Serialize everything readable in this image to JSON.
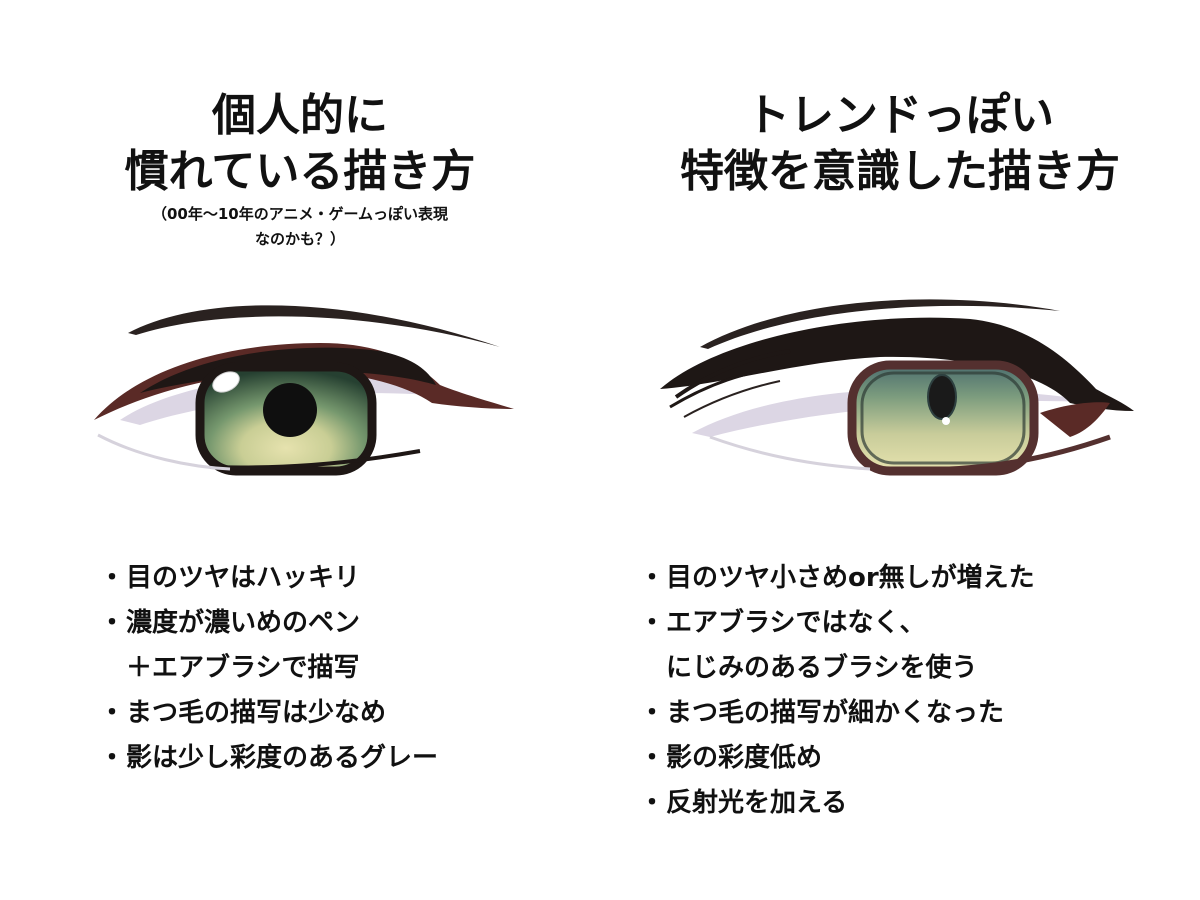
{
  "left": {
    "title_lines": [
      "個人的に",
      "慣れている描き方"
    ],
    "subtitle_lines": [
      "（00年〜10年のアニメ・ゲームっぽい表現",
      "なのかも？）"
    ],
    "bullet_marker": "・",
    "bullets": [
      [
        "目のツヤはハッキリ"
      ],
      [
        "濃度が濃いめのペン",
        "＋エアブラシで描写"
      ],
      [
        "まつ毛の描写は少なめ"
      ],
      [
        "影は少し彩度のあるグレー"
      ]
    ]
  },
  "right": {
    "title_lines": [
      "トレンドっぽい",
      "特徴を意識した描き方"
    ],
    "bullet_marker": "・",
    "bullets": [
      [
        "目のツヤ小さめor無しが増えた"
      ],
      [
        "エアブラシではなく、",
        "にじみのあるブラシを使う"
      ],
      [
        "まつ毛の描写が細かくなった"
      ],
      [
        "影の彩度低め"
      ],
      [
        "反射光を加える"
      ]
    ]
  },
  "colors": {
    "text": "#111111",
    "lash_dark": "#1e1715",
    "lash_brown": "#5a2a26",
    "eye_shadow": "#dcd6e4",
    "iris_dark_green": "#264031",
    "iris_green": "#76986e",
    "iris_yellow": "#e6e2ae",
    "iris_rim_right": "#54302f",
    "iris_teal_right": "#4c6e6e"
  }
}
